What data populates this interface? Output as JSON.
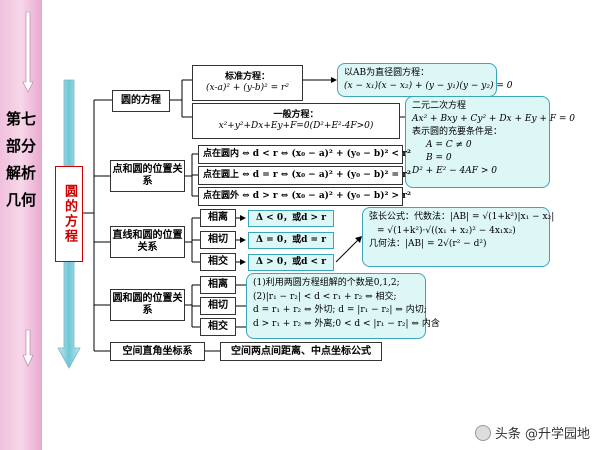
{
  "sidebar": {
    "text": "第七部分 解析几何"
  },
  "root": {
    "label": "圆的方程"
  },
  "eq": {
    "label": "圆的方程",
    "standard_title": "标准方程：",
    "standard_formula": "(x-a)² + (y-b)² = r²",
    "general_title": "一般方程：",
    "general_formula": "x²+y²+Dx+Ey+F=0(D²+E²-4F>0)",
    "diam_line1": "以AB为直径圆方程：",
    "diam_line2": "(x − x₁)(x − x₂) + (y − y₁)(y − y₂) = 0",
    "quad_line1": "二元二次方程",
    "quad_line2": "Ax² + Bxy + Cy² + Dx + Ey + F = 0",
    "quad_line3": "表示圆的充要条件是：",
    "quad_line4": "A = C ≠ 0",
    "quad_line5": "B = 0",
    "quad_line6": "D² + E² − 4AF > 0"
  },
  "point_circle": {
    "label": "点和圆的位置关系",
    "inside": "点在圆内 ⇔ d < r ⇔ (x₀ − a)² + (y₀ − b)² < r²",
    "on": "点在圆上 ⇔ d = r ⇔ (x₀ − a)² + (y₀ − b)² = r²",
    "outside": "点在圆外 ⇔ d > r ⇔ (x₀ − a)² + (y₀ − b)² > r²"
  },
  "line_circle": {
    "label": "直线和圆的位置关系",
    "items": [
      {
        "name": "相离",
        "cond": "Δ < 0，或d > r"
      },
      {
        "name": "相切",
        "cond": "Δ = 0，或d = r"
      },
      {
        "name": "相交",
        "cond": "Δ > 0，或d < r"
      }
    ],
    "chord_line1": "弦长公式：代数法：|AB| = √(1+k²)|x₁ − x₂|",
    "chord_line2": "= √(1+k²)·√((x₁ + x₂)² − 4x₁x₂)",
    "chord_line3": "几何法：|AB| = 2√(r² − d²)"
  },
  "circle_circle": {
    "label": "圆和圆的位置关系",
    "items": [
      "相离",
      "相切",
      "相交"
    ],
    "note_line1": "(1)利用两圆方程组解的个数是0,1,2;",
    "note_line2": "(2)|r₁ − r₂| < d < r₁ + r₂ ⇔ 相交;",
    "note_line3": "d = r₁ + r₂ ⇔ 外切;  d = |r₁ − r₂| ⇔ 内切;",
    "note_line4": "d > r₁ + r₂ ⇔ 外离;0 < d < |r₁ − r₂| ⇔ 内含"
  },
  "space": {
    "label": "空间直角坐标系",
    "formula": "空间两点间距离、中点坐标公式"
  },
  "watermark": {
    "text": "头条 @升学园地"
  },
  "colors": {
    "sidebar": "#f0c0dd",
    "note_bg": "#ddf6f6",
    "note_border": "#3aa6b8",
    "arrow": "#6fc6d6"
  }
}
